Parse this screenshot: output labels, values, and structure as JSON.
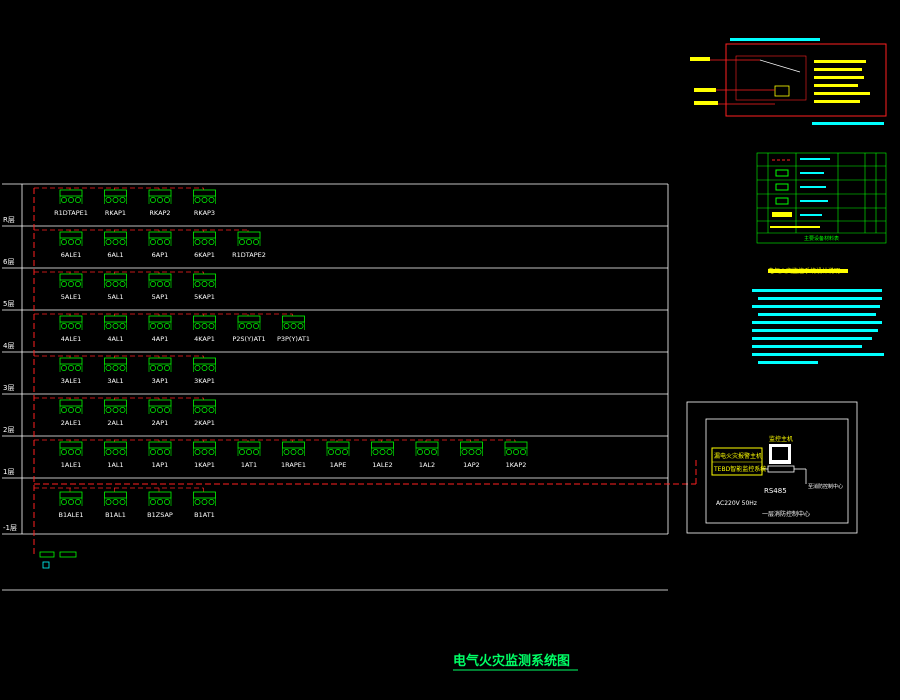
{
  "title": "电气火灾监测系统图",
  "floors": [
    {
      "label": "R层",
      "devices": [
        "R1DTAPE1",
        "RKAP1",
        "RKAP2",
        "RKAP3"
      ]
    },
    {
      "label": "6层",
      "devices": [
        "6ALE1",
        "6AL1",
        "6AP1",
        "6KAP1",
        "R1DTAPE2"
      ]
    },
    {
      "label": "5层",
      "devices": [
        "5ALE1",
        "5AL1",
        "5AP1",
        "5KAP1"
      ]
    },
    {
      "label": "4层",
      "devices": [
        "4ALE1",
        "4AL1",
        "4AP1",
        "4KAP1",
        "P2S(Y)AT1",
        "P3P(Y)AT1"
      ]
    },
    {
      "label": "3层",
      "devices": [
        "3ALE1",
        "3AL1",
        "3AP1",
        "3KAP1"
      ]
    },
    {
      "label": "2层",
      "devices": [
        "2ALE1",
        "2AL1",
        "2AP1",
        "2KAP1"
      ]
    },
    {
      "label": "1层",
      "devices": [
        "1ALE1",
        "1AL1",
        "1AP1",
        "1KAP1",
        "1AT1",
        "1RAPE1",
        "1APE",
        "1ALE2",
        "1AL2",
        "1AP2",
        "1KAP2"
      ]
    },
    {
      "label": "-1层",
      "devices": [
        "B1ALE1",
        "B1AL1",
        "B1ZSAP",
        "B1AT1"
      ]
    }
  ],
  "control_center": {
    "host_label": "监控主机",
    "unit1": "漏电火灾报警主机",
    "unit2": "TEBD智能监控系统",
    "bus": "RS485",
    "power": "AC220V 50Hz",
    "room": "一层消防控制中心",
    "link": "至消防控制中心"
  },
  "legend_title": "主要设备材料表",
  "notes_title": "电气火灾监控系统设计说明",
  "colors": {
    "frame": "#ffffff",
    "device": "#00ff00",
    "bus": "#ff2020",
    "text": "#ffffff",
    "accent": "#ffff00",
    "cyan": "#00ffff"
  }
}
